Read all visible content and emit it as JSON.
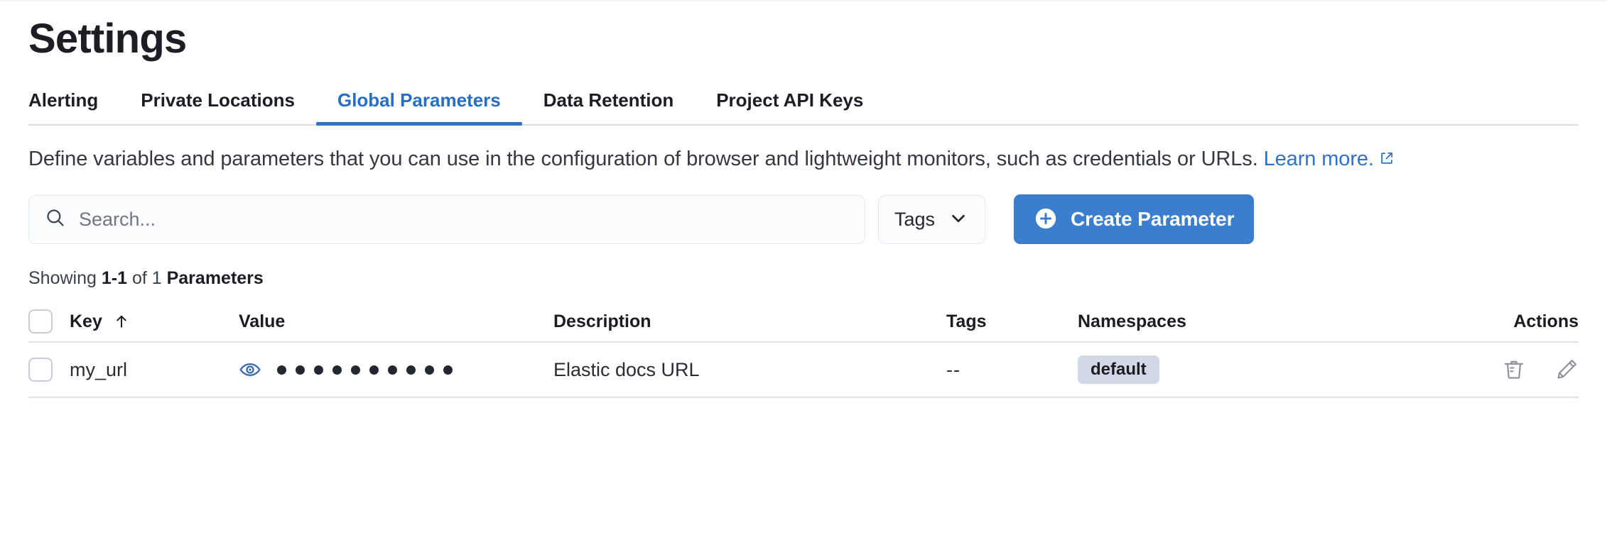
{
  "page": {
    "title": "Settings"
  },
  "tabs": [
    {
      "label": "Alerting",
      "active": false
    },
    {
      "label": "Private Locations",
      "active": false
    },
    {
      "label": "Global Parameters",
      "active": true
    },
    {
      "label": "Data Retention",
      "active": false
    },
    {
      "label": "Project API Keys",
      "active": false
    }
  ],
  "description": {
    "text": "Define variables and parameters that you can use in the configuration of browser and lightweight monitors, such as credentials or URLs.",
    "link_text": "Learn more.",
    "link_icon": "external-link-icon"
  },
  "controls": {
    "search": {
      "placeholder": "Search...",
      "value": "",
      "icon": "search-icon"
    },
    "tags_filter": {
      "label": "Tags",
      "icon": "chevron-down-icon"
    },
    "create_button": {
      "label": "Create Parameter",
      "icon": "plus-circle-icon"
    }
  },
  "results": {
    "showing_prefix": "Showing ",
    "range": "1-1",
    "of": " of ",
    "total": "1",
    "noun": " Parameters"
  },
  "table": {
    "columns": [
      {
        "label": "Key",
        "sorted": true,
        "sort_icon": "arrow-up-icon"
      },
      {
        "label": "Value"
      },
      {
        "label": "Description"
      },
      {
        "label": "Tags"
      },
      {
        "label": "Namespaces"
      },
      {
        "label": "Actions"
      }
    ],
    "rows": [
      {
        "key": "my_url",
        "value_masked": "••••••••••",
        "value_reveal_icon": "eye-icon",
        "description": "Elastic docs URL",
        "tags": "--",
        "namespace_badge": "default",
        "actions": [
          {
            "icon": "trash-icon"
          },
          {
            "icon": "pencil-icon"
          }
        ]
      }
    ]
  },
  "colors": {
    "accent_blue": "#3a7ecd",
    "tab_active_blue": "#276fc4",
    "link_blue": "#2f72c6",
    "eye_icon_blue": "#3a69b0",
    "badge_bg": "#d3d8e6",
    "text_primary": "#1d1e24",
    "border": "#dfe2ec"
  }
}
